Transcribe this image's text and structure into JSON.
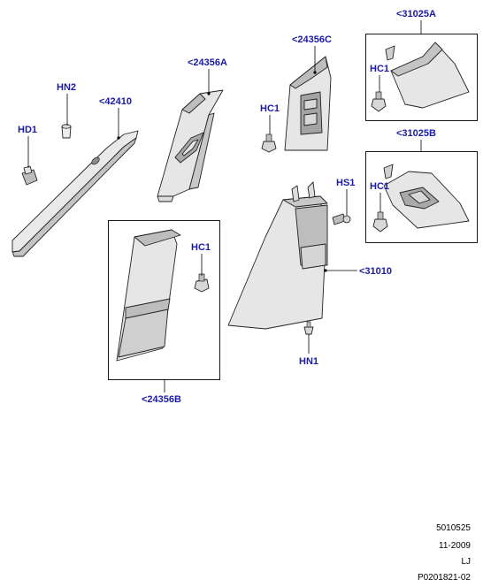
{
  "colors": {
    "label": "#1a1aa6",
    "line": "#000000",
    "part_fill": "#e6e6e6",
    "part_shade": "#bdbdbd",
    "part_dark": "#8c8c8c"
  },
  "labels": {
    "p31025a": "<31025A",
    "hc1_a": "HC1",
    "p24356c": "<24356C",
    "hc1_c": "HC1",
    "p24356a": "<24356A",
    "hn2": "HN2",
    "p42410": "<42410",
    "hd1": "HD1",
    "p31025b": "<31025B",
    "hc1_b": "HC1",
    "hs1": "HS1",
    "p31010": "<31010",
    "hn1": "HN1",
    "hc1_box": "HC1",
    "p24356b": "<24356B"
  },
  "footer": {
    "line1": "5010525",
    "line2": "11-2009",
    "line3": "LJ",
    "line4": "P0201821-02"
  }
}
